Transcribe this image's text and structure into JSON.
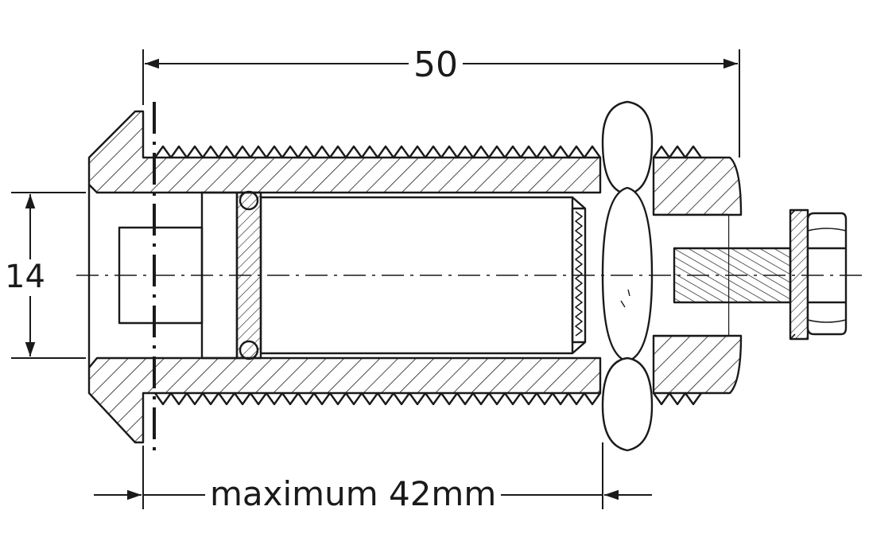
{
  "dimensions": {
    "overall_length": "50",
    "bore_diameter": "14",
    "max_panel": "maximum 42mm"
  },
  "colors": {
    "ink": "#1a1a1a",
    "paper": "#ffffff"
  }
}
